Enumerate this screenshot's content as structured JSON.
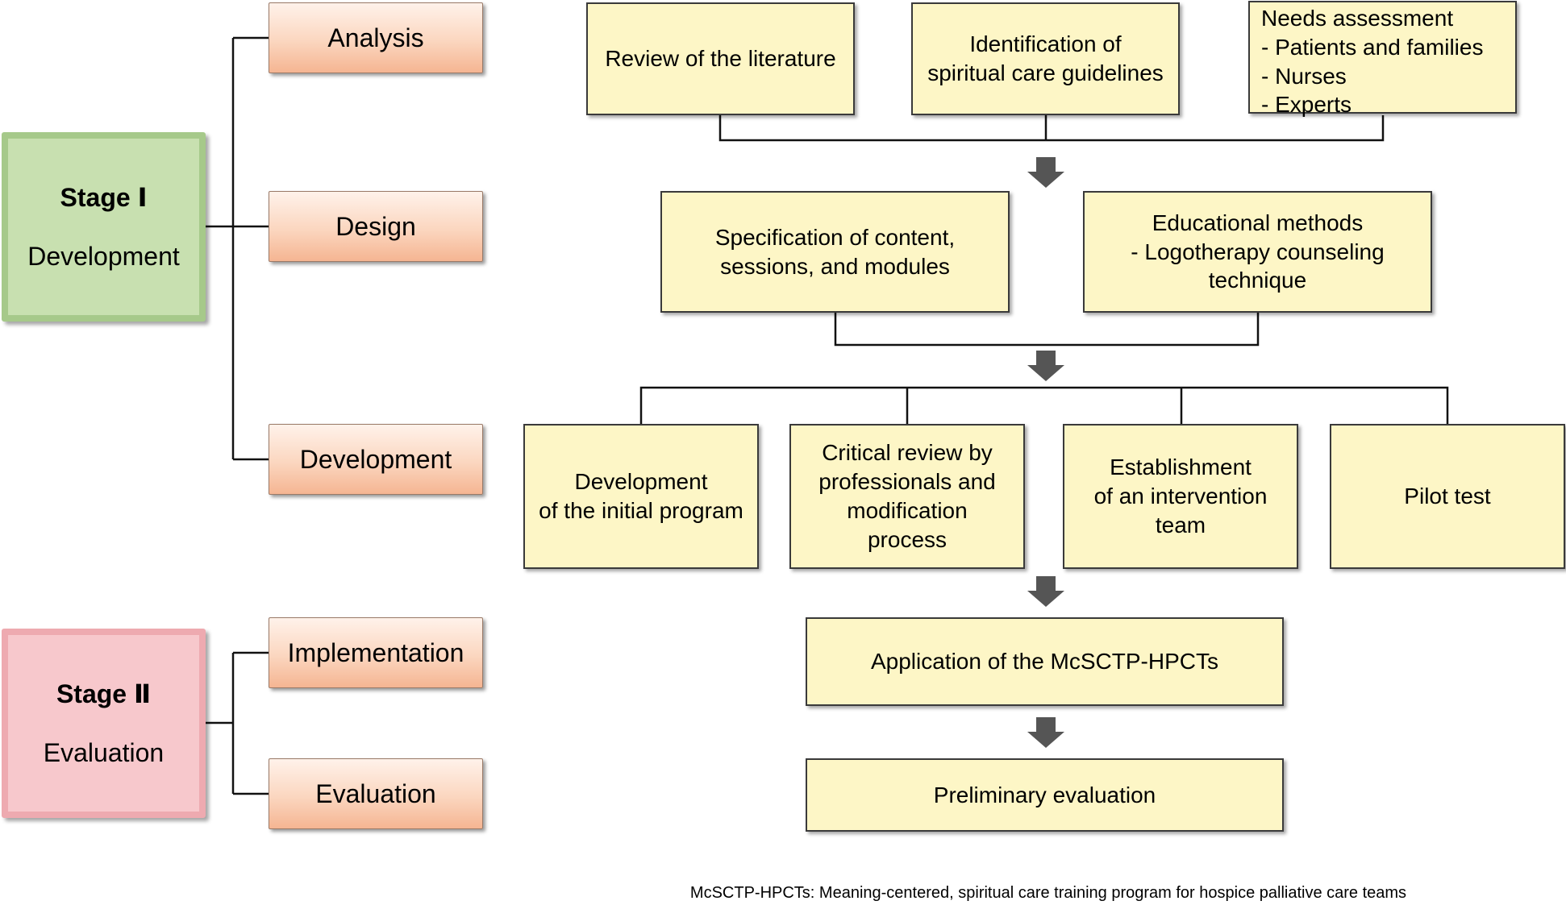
{
  "stages": [
    {
      "title": "Stage Ⅰ",
      "name": "Development"
    },
    {
      "title": "Stage Ⅱ",
      "name": "Evaluation"
    }
  ],
  "phases": [
    "Analysis",
    "Design",
    "Development",
    "Implementation",
    "Evaluation"
  ],
  "analysis": {
    "literature": "Review of the literature",
    "guidelines": "Identification of\nspiritual care guidelines",
    "needs": "Needs assessment\n - Patients and families\n - Nurses\n - Experts"
  },
  "design": {
    "content": "Specification of content,\nsessions, and modules",
    "methods": "Educational methods\n- Logotherapy counseling\ntechnique"
  },
  "development": {
    "initial": "Development\nof the initial program",
    "review": "Critical review by\nprofessionals and\nmodification\nprocess",
    "team": "Establishment\nof an intervention\nteam",
    "pilot": "Pilot test"
  },
  "implementation": {
    "application": "Application of the McSCTP-HPCTs"
  },
  "evaluation": {
    "preliminary": "Preliminary evaluation"
  },
  "footnote": "McSCTP-HPCTs: Meaning-centered, spiritual care training program for hospice palliative care teams",
  "colors": {
    "content_fill": "#fdf6c6",
    "stage1_fill": "#c8e0b0",
    "stage2_fill": "#f7c8cc",
    "phase_fill": "#fbd6bf",
    "arrow": "#555555"
  }
}
